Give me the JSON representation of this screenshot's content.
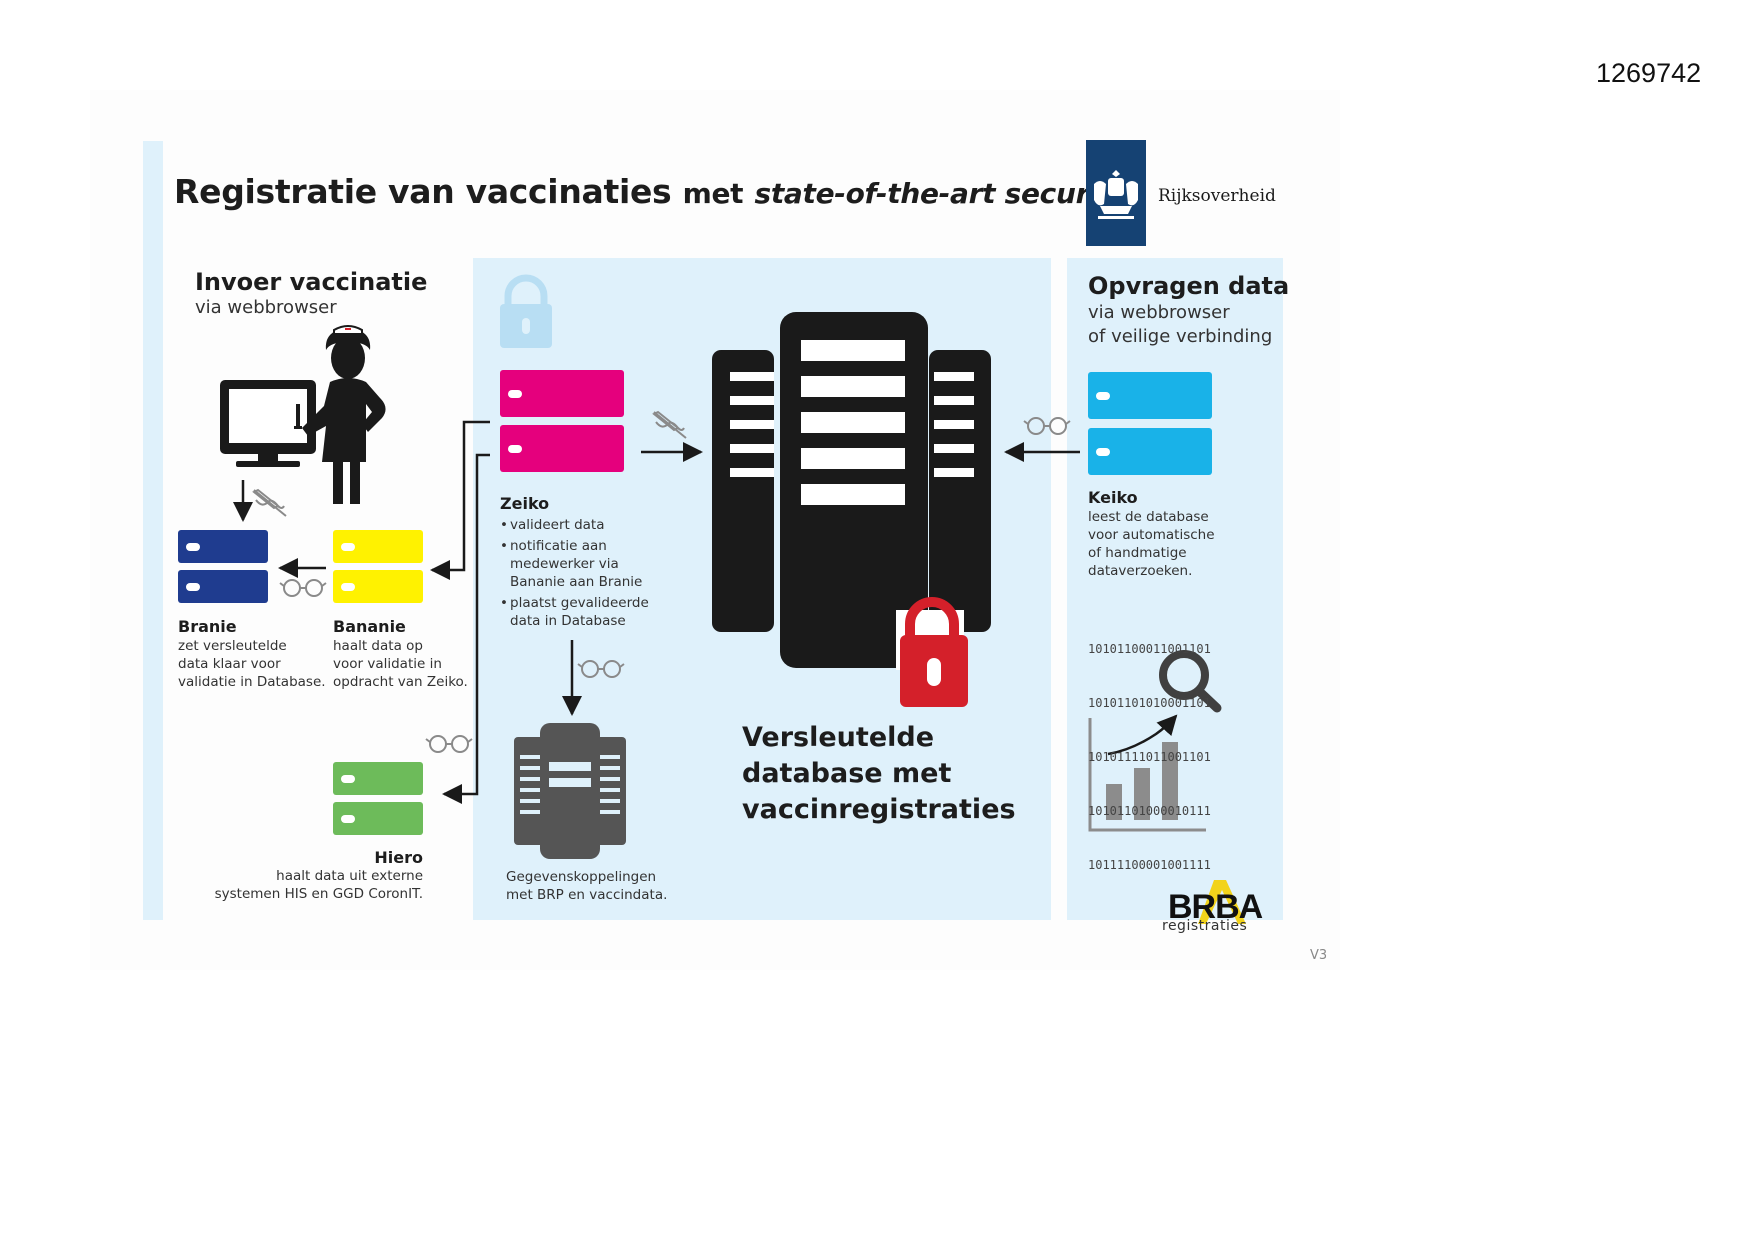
{
  "document_id": "1269742",
  "title": {
    "main": "Registratie van vaccinaties",
    "connector": "met",
    "emphasis": "state-of-the-art security"
  },
  "logo": {
    "text": "Rijksoverheid",
    "color": "#154273"
  },
  "sections": {
    "input": {
      "title": "Invoer vaccinatie",
      "subtitle": "via webbrowser"
    },
    "query": {
      "title": "Opvragen data",
      "subtitle_1": "via webbrowser",
      "subtitle_2": "of veilige verbinding"
    }
  },
  "components": {
    "branie": {
      "name": "Branie",
      "color": "#1f3c8f",
      "desc": [
        "zet versleutelde",
        "data klaar voor",
        "validatie in Database."
      ]
    },
    "bananie": {
      "name": "Bananie",
      "color": "#fff200",
      "desc": [
        "haalt data op",
        "voor validatie in",
        "opdracht van Zeiko."
      ]
    },
    "zeiko": {
      "name": "Zeiko",
      "color": "#e5007d",
      "bullets": [
        [
          "valideert data"
        ],
        [
          "notificatie aan",
          "medewerker via",
          "Bananie aan Branie"
        ],
        [
          "plaatst gevalideerde",
          "data in Database"
        ]
      ]
    },
    "hiero": {
      "name": "Hiero",
      "color": "#6dbb5a",
      "desc": [
        "haalt data uit externe",
        "systemen HIS en GGD CoronIT."
      ]
    },
    "keiko": {
      "name": "Keiko",
      "color": "#19b2e8",
      "desc": [
        "leest de database",
        "voor automatische",
        "of handmatige",
        "dataverzoeken."
      ]
    },
    "koppelingen": {
      "desc": [
        "Gegevenskoppelingen",
        "met BRP en vaccindata."
      ]
    }
  },
  "database_label": [
    "Versleutelde",
    "database met",
    "vaccinregistraties"
  ],
  "binary_lines": [
    "10101100011001101",
    "10101101010001101",
    "10101111011001101",
    "10101101000010111",
    "10111100001001111"
  ],
  "footer": {
    "brand": "BRBA",
    "brand_sub": "registraties",
    "version": "V3"
  },
  "colors": {
    "panel": "#dff1fb",
    "server": "#1a1a1a",
    "lock_red": "#d4202a",
    "lock_light": "#b8def3",
    "chart_gray": "#8c8c8c"
  },
  "icons": [
    "nurse-icon",
    "monitor-icon",
    "signature-icon",
    "glasses-icon",
    "lock-icon",
    "server-icon",
    "magnifier-icon",
    "chart-icon"
  ]
}
